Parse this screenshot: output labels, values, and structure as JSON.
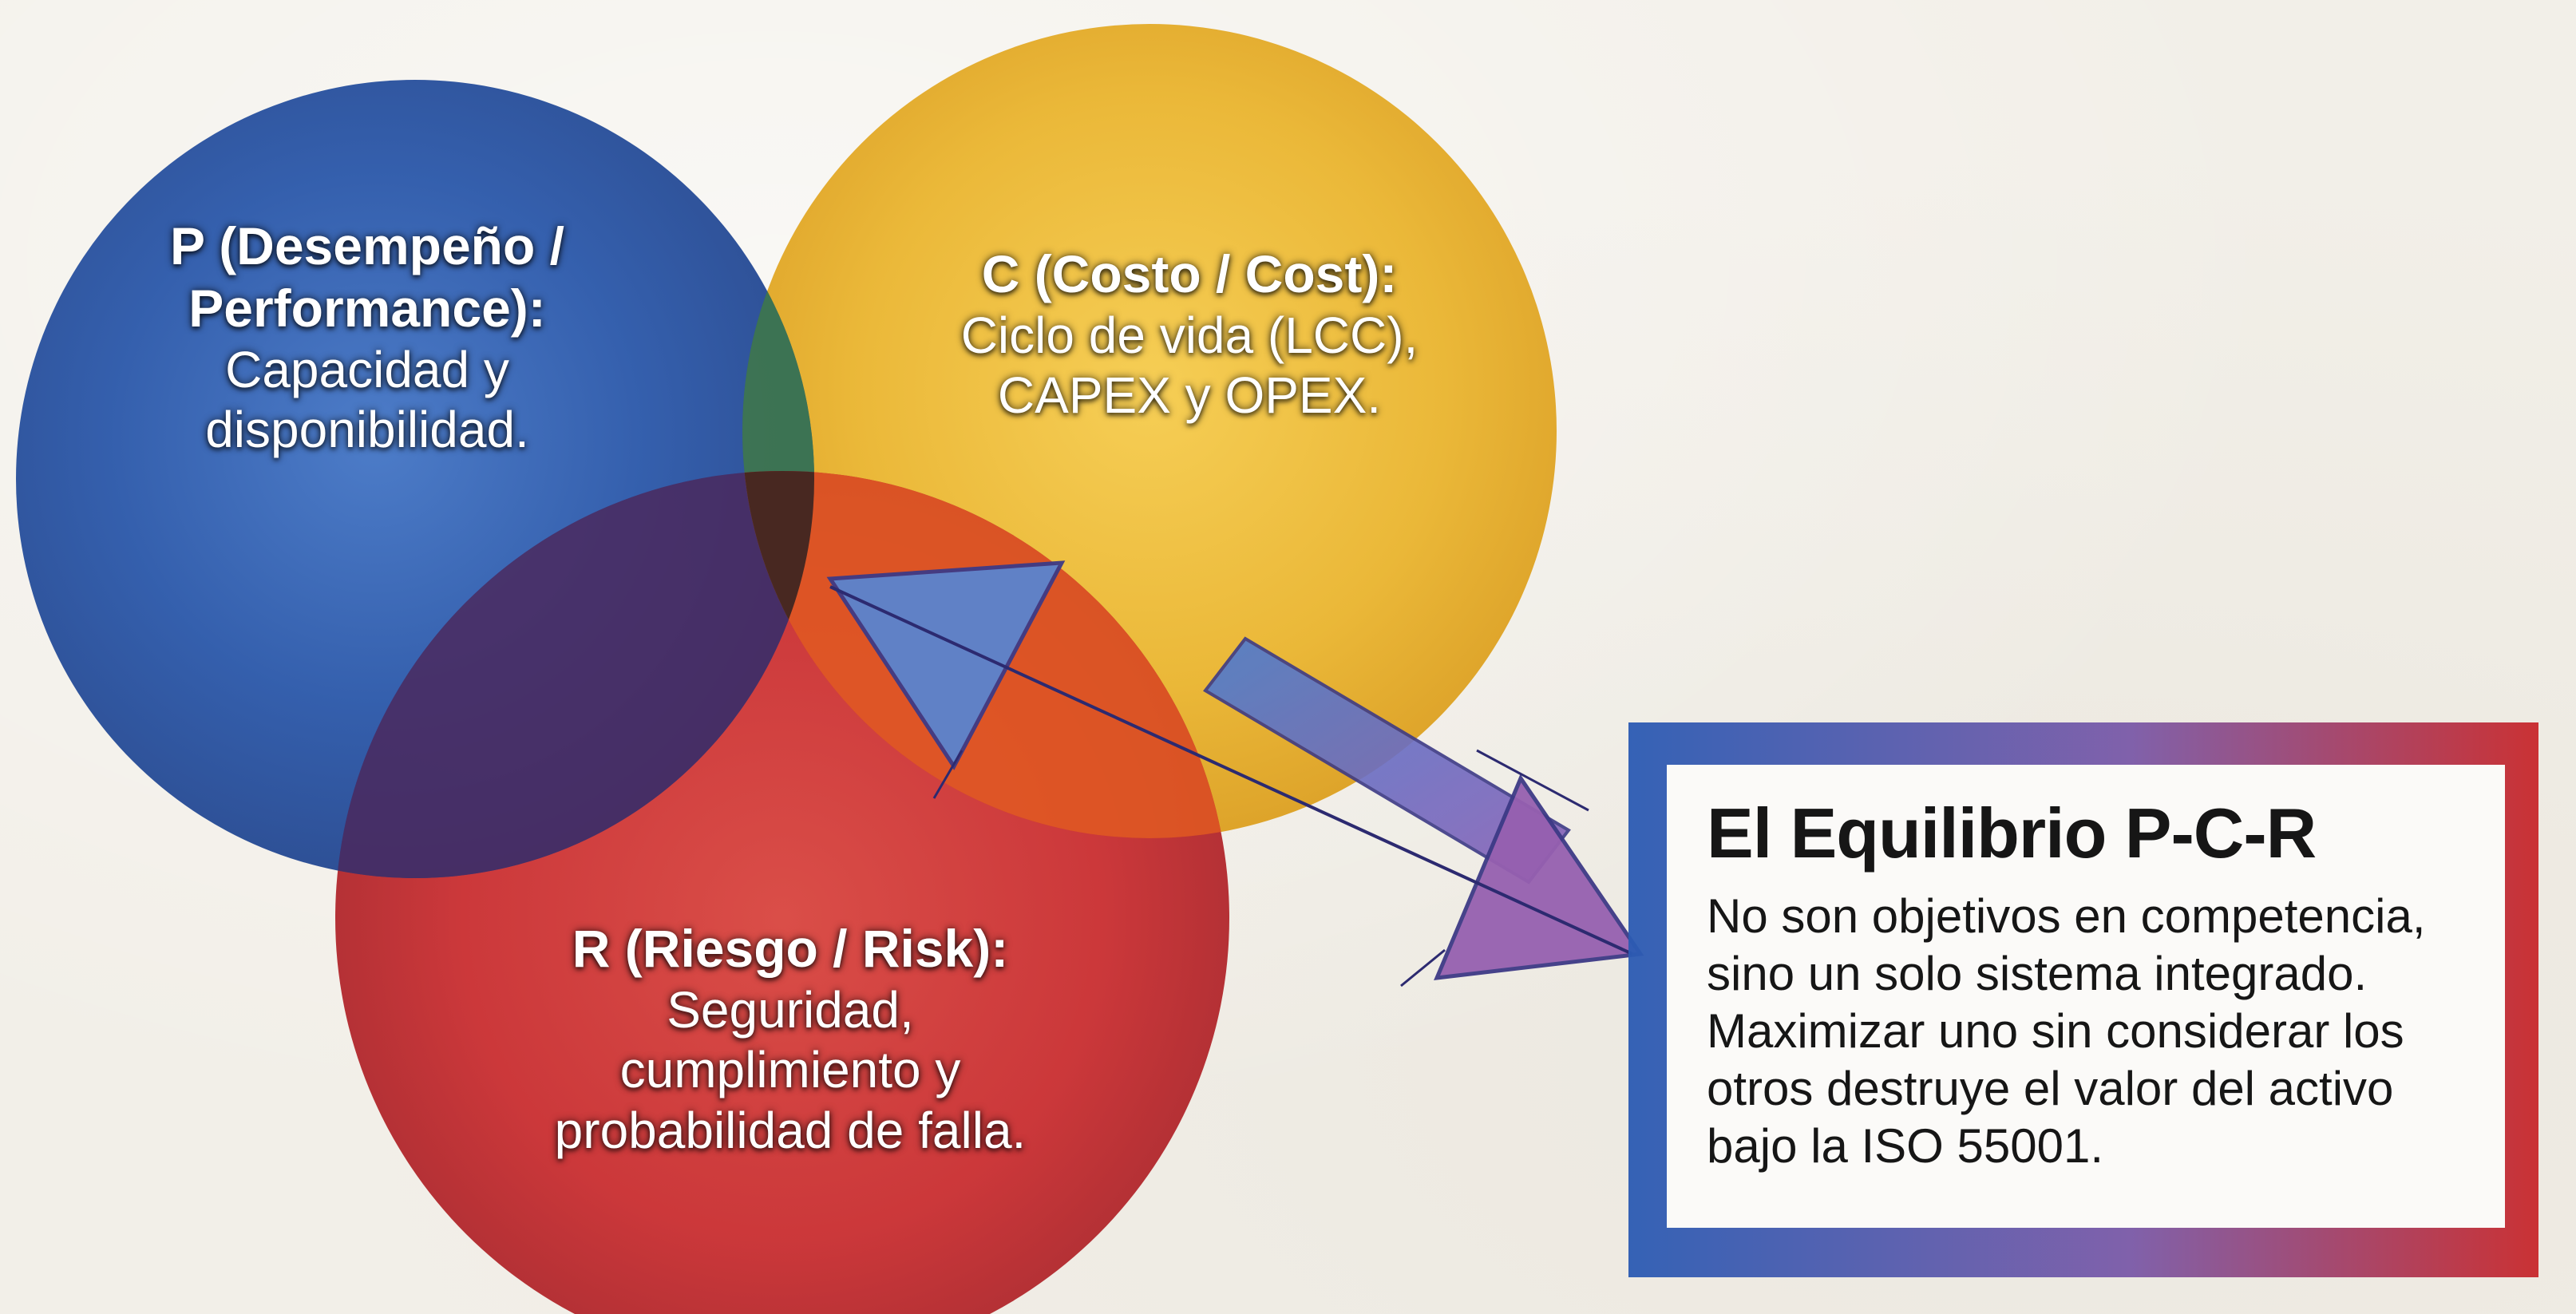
{
  "circles": {
    "performance": {
      "title": "P (Desempeño /",
      "title_line2": "Performance):",
      "body_line1": "Capacidad y",
      "body_line2": "disponibilidad.",
      "color": "#1f4fa6"
    },
    "cost": {
      "title": "C (Costo / Cost):",
      "body_line1": "Ciclo de vida (LCC),",
      "body_line2": "CAPEX y OPEX.",
      "color": "#eab52f"
    },
    "risk": {
      "title": "R (Riesgo / Risk):",
      "body_line1": "Seguridad,",
      "body_line2": "cumplimiento y",
      "body_line3": "probabilidad de falla.",
      "color": "#c8282b"
    }
  },
  "card": {
    "title": "El Equilibrio P-C-R",
    "lines": [
      "No son objetivos en competencia,",
      "sino un solo sistema integrado.",
      "Maximizar uno sin considerar los",
      "otros destruye el valor del activo",
      "bajo la ISO 55001."
    ],
    "frame_colors": [
      "#2b5bb3",
      "#c8282b"
    ]
  },
  "arrow": {
    "type": "double-headed",
    "color": "#6b64b3"
  }
}
